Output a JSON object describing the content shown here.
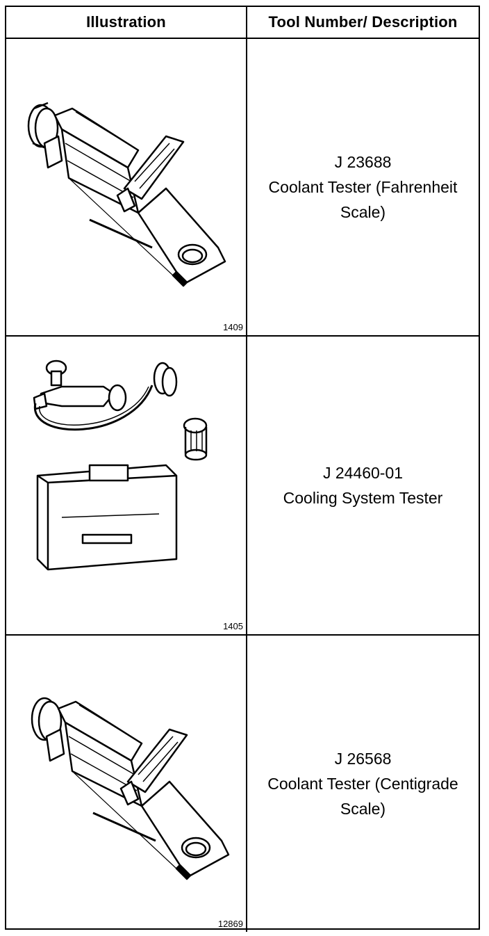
{
  "table": {
    "headers": {
      "illustration": "Illustration",
      "tool": "Tool Number/ Description"
    },
    "rows": [
      {
        "figure_number": "1409",
        "tool_number": "J 23688",
        "description": "Coolant Tester (Fahrenheit Scale)"
      },
      {
        "figure_number": "1405",
        "tool_number": "J 24460-01",
        "description": "Cooling System Tester"
      },
      {
        "figure_number": "12869",
        "tool_number": "J 26568",
        "description": "Coolant Tester (Centigrade Scale)"
      }
    ]
  },
  "icons": {
    "row0": "coolant-tester-fahrenheit-drawing",
    "row1": "cooling-system-tester-drawing",
    "row2": "coolant-tester-centigrade-drawing"
  }
}
